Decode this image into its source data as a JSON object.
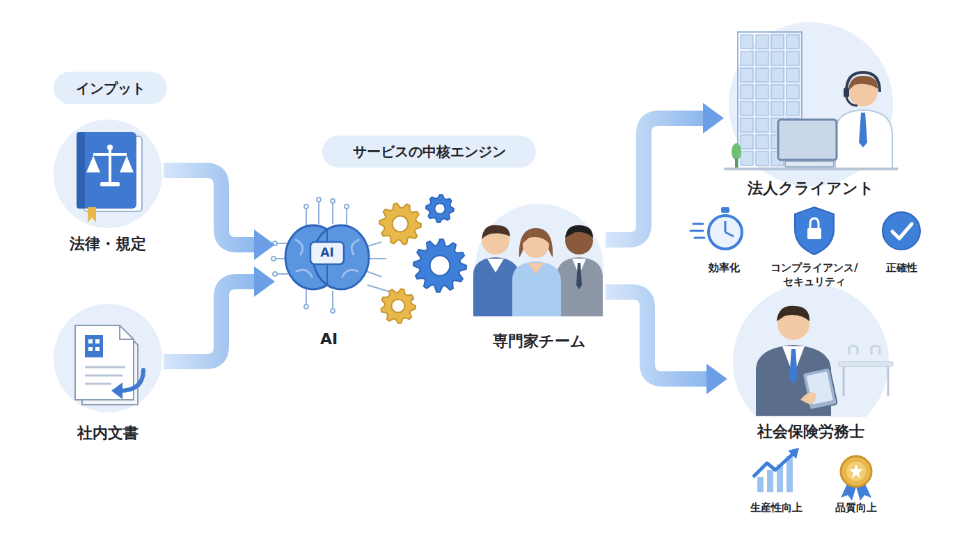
{
  "diagram": {
    "nodes": [
      {
        "text": [
          "インプット"
        ]
      },
      {
        "text": [
          "法律・規定"
        ]
      },
      {
        "text": [
          "社内文書"
        ]
      },
      {
        "text": [
          "サービスの中核エンジン"
        ]
      },
      {
        "text": [
          "AI"
        ]
      },
      {
        "text": [
          "専門家チーム"
        ]
      },
      {
        "text": [
          "法人クライアント"
        ]
      },
      {
        "text": [
          "社会保険労務士"
        ]
      }
    ],
    "edges": [
      {
        "from": 1,
        "to": 4,
        "arrow": "to"
      },
      {
        "from": 2,
        "to": 4,
        "arrow": "to"
      },
      {
        "from": 5,
        "to": 6,
        "arrow": "to"
      },
      {
        "from": 5,
        "to": 7,
        "arrow": "to"
      }
    ],
    "labels": [
      "AI",
      "効率化",
      "コンプライアンス/ セキュリティ",
      "正確性",
      "生産性向上",
      "品質向上"
    ]
  }
}
